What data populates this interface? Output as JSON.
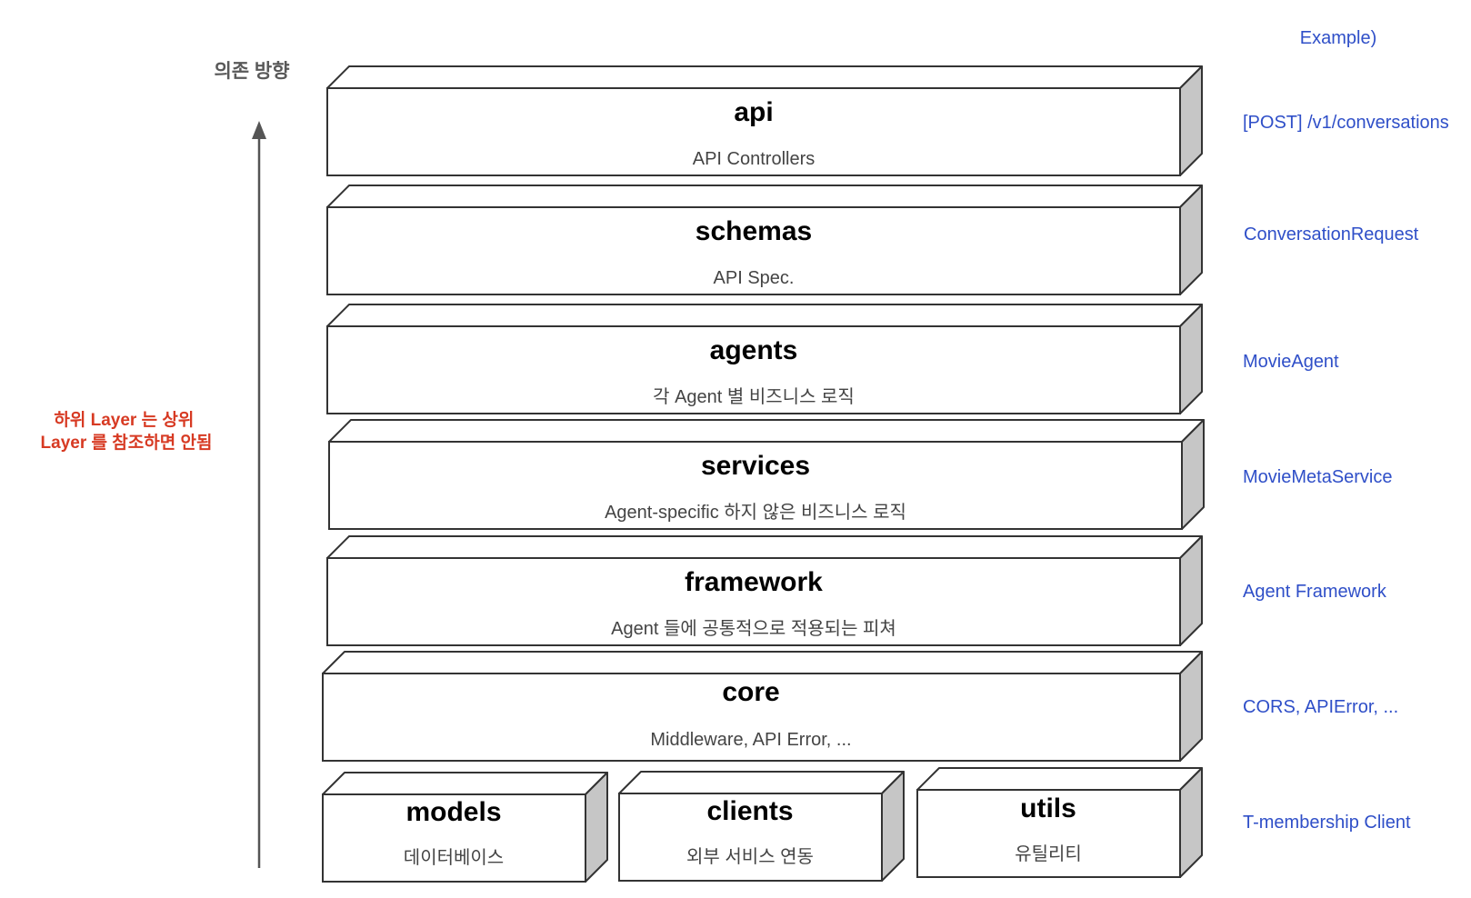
{
  "direction_label": "의존 방향",
  "rule_note": {
    "lines": [
      "하위 Layer 는 상위",
      "Layer 를 참조하면 안됨"
    ]
  },
  "examples_header": "Example)",
  "layers": [
    {
      "title": "api",
      "subtitle": "API Controllers",
      "example": "[POST] /v1/conversations"
    },
    {
      "title": "schemas",
      "subtitle": "API Spec.",
      "example": "ConversationRequest"
    },
    {
      "title": "agents",
      "subtitle": "각 Agent 별 비즈니스 로직",
      "example": "MovieAgent"
    },
    {
      "title": "services",
      "subtitle": "Agent-specific 하지 않은 비즈니스 로직",
      "example": "MovieMetaService"
    },
    {
      "title": "framework",
      "subtitle": "Agent 들에 공통적으로 적용되는 피쳐",
      "example": "Agent Framework"
    },
    {
      "title": "core",
      "subtitle": "Middleware, API Error, ...",
      "example": "CORS, APIError, ..."
    }
  ],
  "bottom_layer": {
    "modules": [
      {
        "title": "models",
        "subtitle": "데이터베이스"
      },
      {
        "title": "clients",
        "subtitle": "외부 서비스 연동"
      },
      {
        "title": "utils",
        "subtitle": "유틸리티"
      }
    ],
    "example": "T-membership Client"
  },
  "colors": {
    "example_text": "#2f4fc8",
    "rule_text": "#d73a23",
    "arrow": "#555555",
    "box_side": "#c6c6c6"
  }
}
